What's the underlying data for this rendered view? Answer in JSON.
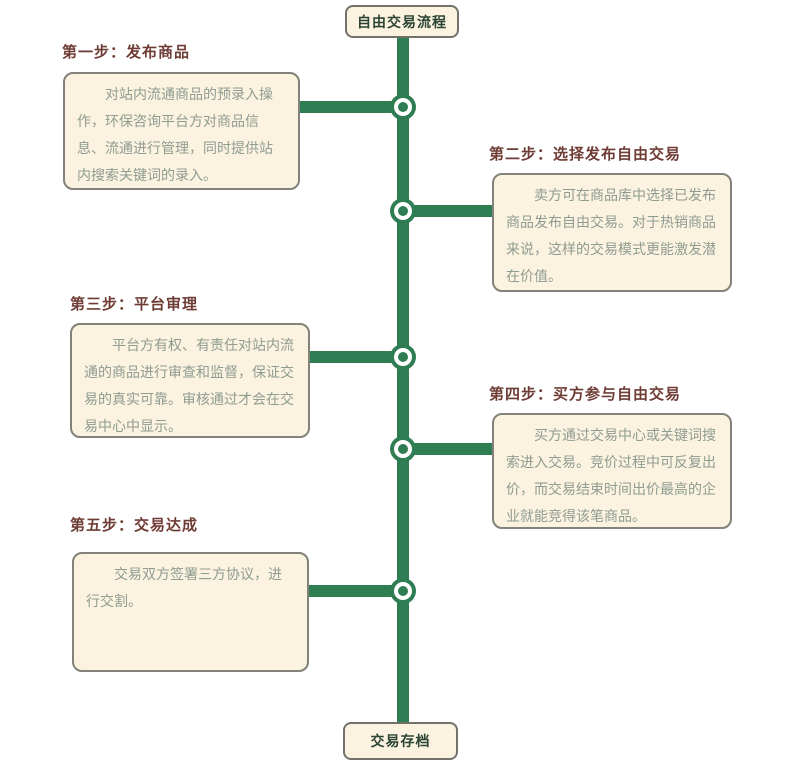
{
  "flow": {
    "title": "自由交易流程",
    "end_label": "交易存档",
    "steps": [
      {
        "heading": "第一步：发布商品",
        "body": "对站内流通商品的预录入操作，环保咨询平台方对商品信息、流通进行管理，同时提供站内搜索关键词的录入。",
        "side": "left"
      },
      {
        "heading": "第二步：选择发布自由交易",
        "body": "卖方可在商品库中选择已发布商品发布自由交易。对于热销商品来说，这样的交易模式更能激发潜在价值。",
        "side": "right"
      },
      {
        "heading": "第三步：平台审理",
        "body": "平台方有权、有责任对站内流通的商品进行审查和监督，保证交易的真实可靠。审核通过才会在交易中心中显示。",
        "side": "left"
      },
      {
        "heading": "第四步：买方参与自由交易",
        "body": "买方通过交易中心或关键词搜索进入交易。竞价过程中可反复出价，而交易结束时间出价最高的企业就能竞得该笔商品。",
        "side": "right"
      },
      {
        "heading": "第五步：交易达成",
        "body": "交易双方签署三方协议，进行交割。",
        "side": "left"
      }
    ],
    "colors": {
      "timeline_green": "#2e7d53",
      "box_background": "#fbf2e0",
      "box_border": "#82827a",
      "terminal_border": "#72726b",
      "heading_text": "#6f3c35",
      "body_text": "#8f9c90",
      "terminal_text": "#2c4434"
    }
  }
}
